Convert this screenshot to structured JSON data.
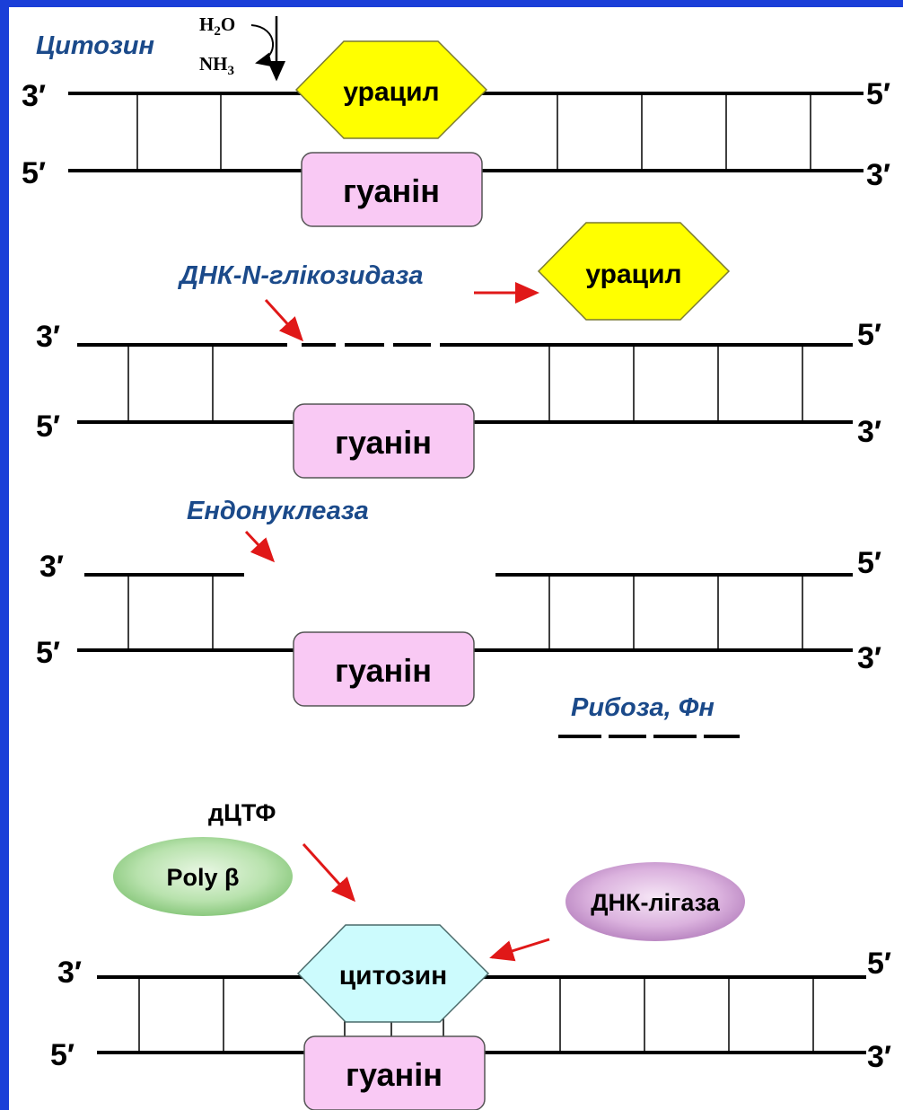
{
  "labels": {
    "three_prime": "3′",
    "five_prime": "5′"
  },
  "bases": {
    "uracil": "урацил",
    "guanine": "гуанін",
    "cytosine": "цитозин"
  },
  "chemistry": {
    "h2o_main": "H",
    "h2o_sub": "2",
    "h2o_tail": "O",
    "nh3_main": "NH",
    "nh3_sub": "3"
  },
  "enzymes": {
    "cytosine_label": "Цитозин",
    "glycosidase": "ДНК-N-глікозидаза",
    "endonuclease": "Ендонуклеаза",
    "ribose_phosphate": "Рибоза, Фн",
    "dctp": "дЦТФ",
    "polymerase": "Poly β",
    "ligase": "ДНК-лігаза"
  },
  "colors": {
    "background_frame": "#1a3fd8",
    "uracil_fill": "#ffff00",
    "guanine_fill": "#f9c9f4",
    "cytosine_fill": "#ccfbfd",
    "enzyme_text": "#1b4a8a",
    "arrow_red": "#e01818",
    "polymerase_fill": "#9bd38f",
    "ligase_fill": "#cf9bd5"
  }
}
